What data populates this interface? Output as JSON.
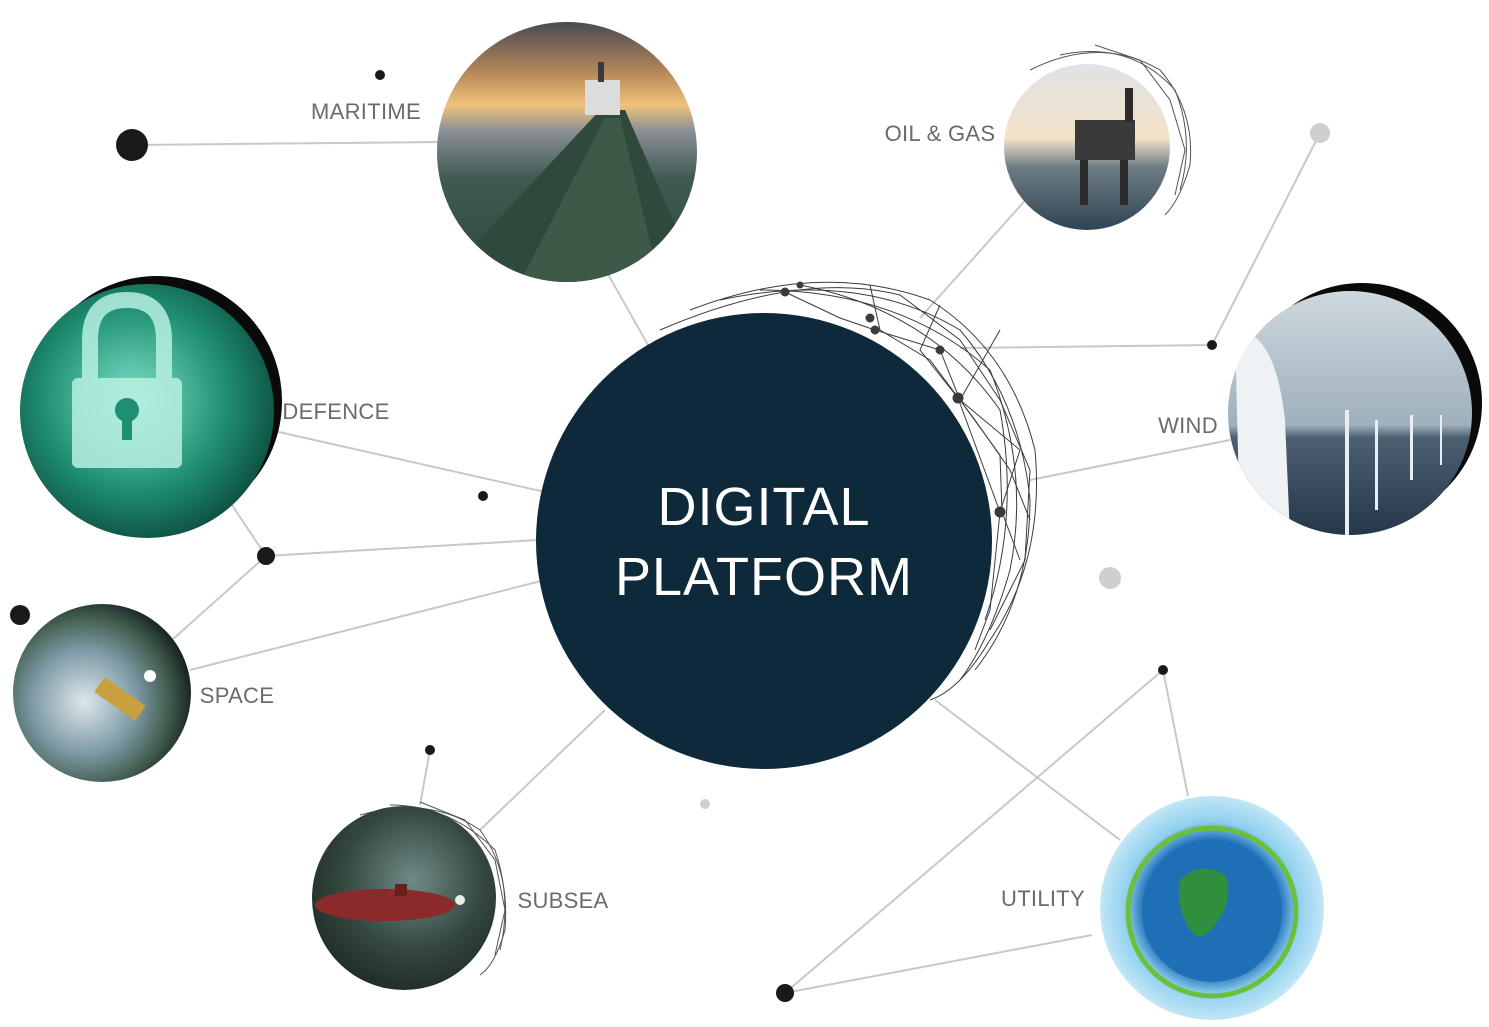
{
  "center": {
    "line1": "DIGITAL",
    "line2": "PLATFORM",
    "color": "#0e2a3a"
  },
  "sectors": [
    {
      "id": "maritime",
      "label": "MARITIME",
      "icon": "ship-deck-photo"
    },
    {
      "id": "oil-gas",
      "label": "OIL & GAS",
      "icon": "offshore-rig-photo"
    },
    {
      "id": "defence",
      "label": "DEFENCE",
      "icon": "padlock-code-photo"
    },
    {
      "id": "wind",
      "label": "WIND",
      "icon": "wind-turbine-photo"
    },
    {
      "id": "space",
      "label": "SPACE",
      "icon": "satellite-earth-photo"
    },
    {
      "id": "subsea",
      "label": "SUBSEA",
      "icon": "submarine-photo"
    },
    {
      "id": "utility",
      "label": "UTILITY",
      "icon": "green-globe-photo"
    }
  ],
  "colors": {
    "line": "#c8c8c8",
    "node_dark": "#1a1a1a",
    "node_light": "#cfcfcf",
    "label": "#6b6b6b"
  }
}
